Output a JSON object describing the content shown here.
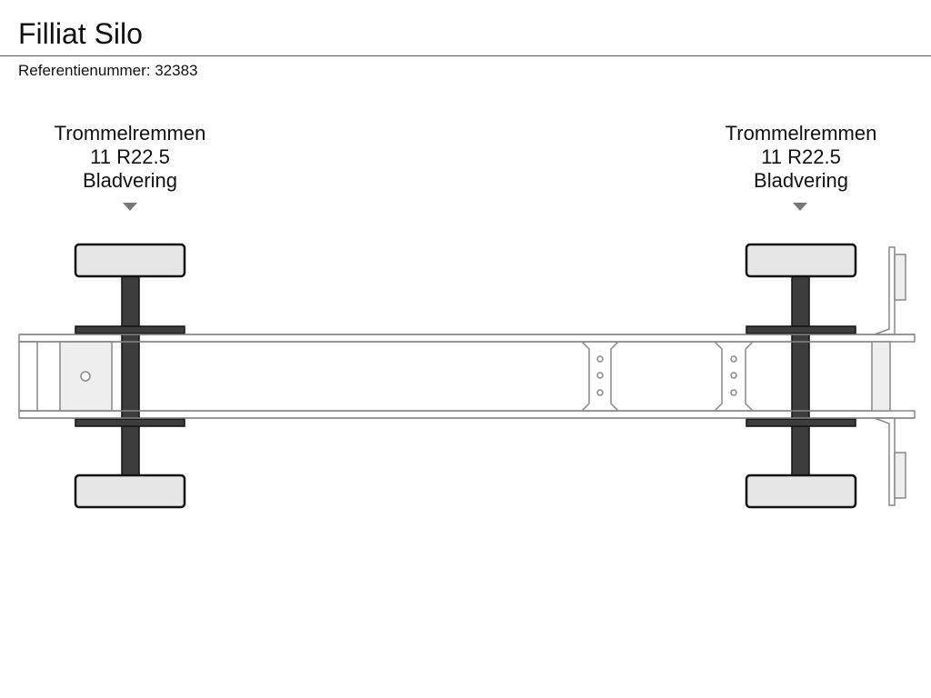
{
  "header": {
    "title": "Filliat Silo",
    "reference": "Referentienummer: 32383"
  },
  "axles": [
    {
      "tire_type": "Trommelremmen",
      "tire_size": "11 R22.5",
      "suspension": "Bladvering"
    },
    {
      "tire_type": "Trommelremmen",
      "tire_size": "11 R22.5",
      "suspension": "Bladvering"
    }
  ],
  "colors": {
    "frame_stroke": "#888888",
    "tire_fill": "#e6e6e6",
    "tire_stroke": "#111111",
    "axle_fill": "#3d3d3d",
    "arrow": "#777777"
  }
}
